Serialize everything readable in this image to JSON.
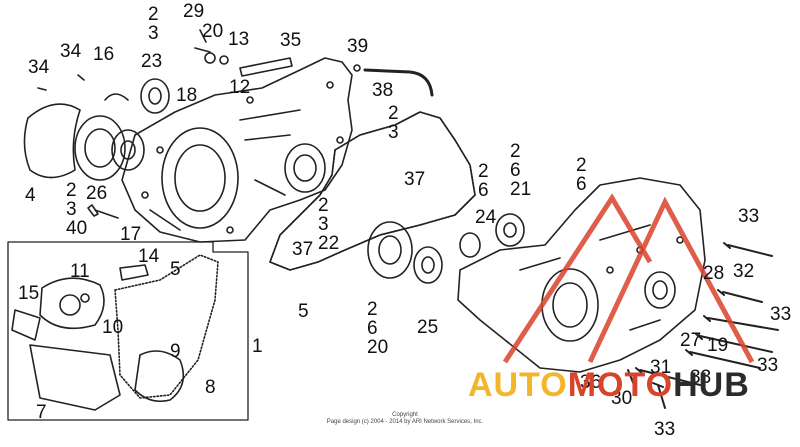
{
  "diagram": {
    "callouts": {
      "c29": "29",
      "c20": "20",
      "c13": "13",
      "c2_3_top": "2\n3",
      "c35": "35",
      "c39": "39",
      "c38": "38",
      "c34a": "34",
      "c34b": "34",
      "c16": "16",
      "c23": "23",
      "c18": "18",
      "c12": "12",
      "c2_3_mid": "2\n3",
      "c4": "4",
      "c2_3_40": "2\n3\n40",
      "c26": "26",
      "c17": "17",
      "c37a": "37",
      "c2_6_a": "2\n6",
      "c2_6_21": "2\n6\n21",
      "c2_6_c": "2\n6",
      "c24": "24",
      "c2_3_22": "2\n3\n22",
      "c37b": "37",
      "c5a": "5",
      "c2_6_20": "2\n6\n20",
      "c25": "25",
      "c14": "14",
      "c11": "11",
      "c5b": "5",
      "c15": "15",
      "c10": "10",
      "c9": "9",
      "c1": "1",
      "c8": "8",
      "c7": "7",
      "c33a": "33",
      "c32": "32",
      "c28": "28",
      "c33b": "33",
      "c27": "27",
      "c19": "19",
      "c33c": "33",
      "c36": "36",
      "c31": "31",
      "c33d": "33",
      "c30": "30",
      "c33e": "33"
    },
    "copyright": "Copyright\nPage design (c) 2004 - 2014 by ARI Network Services, Inc.",
    "watermark": {
      "w1": "AUTO",
      "w2": "MOTO",
      "w3": "HUB",
      "accent_red": "#d9432c",
      "accent_yellow": "#f3b52a"
    }
  }
}
